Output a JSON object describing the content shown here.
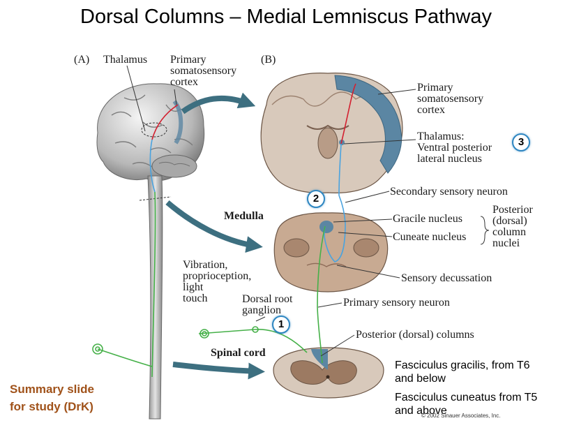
{
  "title": "Dorsal Columns – Medial Lemniscus Pathway",
  "panels": {
    "a": "(A)",
    "b": "(B)"
  },
  "labels": {
    "thalamus": "Thalamus",
    "primary_cortex_a": "Primary\nsomatosensory\ncortex",
    "primary_cortex_b": "Primary\nsomatosensory\ncortex",
    "thalamus_vpl": "Thalamus:\nVentral posterior\nlateral nucleus",
    "secondary_neuron": "Secondary sensory neuron",
    "medulla": "Medulla",
    "gracile": "Gracile nucleus",
    "cuneate": "Cuneate nucleus",
    "column_nuclei": "Posterior\n(dorsal)\ncolumn\nnuclei",
    "modalities": "Vibration,\nproprioception,\nlight\ntouch",
    "drg": "Dorsal root\nganglion",
    "sensory_decussation": "Sensory decussation",
    "primary_neuron": "Primary sensory neuron",
    "posterior_columns": "Posterior (dorsal) columns",
    "spinal_cord": "Spinal cord"
  },
  "badges": {
    "one": "1",
    "two": "2",
    "three": "3"
  },
  "summary": "Summary slide\nfor study (DrK)",
  "fasciculus": {
    "gracilis": "Fasciculus gracilis, from T6\nand below",
    "cuneatus": "Fasciculus cuneatus from T5\nand above"
  },
  "copyright": "© 2002 Sinauer Associates, Inc.",
  "colors": {
    "arrow": "#3d6f80",
    "cortex_blue": "#5b86a3",
    "tissue": "#c8aa92",
    "tissue_dark": "#8e6b58",
    "pathway_primary": "#45b048",
    "pathway_secondary": "#4aa3df",
    "pathway_tertiary": "#d32030",
    "summary_text": "#a0521a",
    "badge_ring": "#2e86c1"
  }
}
